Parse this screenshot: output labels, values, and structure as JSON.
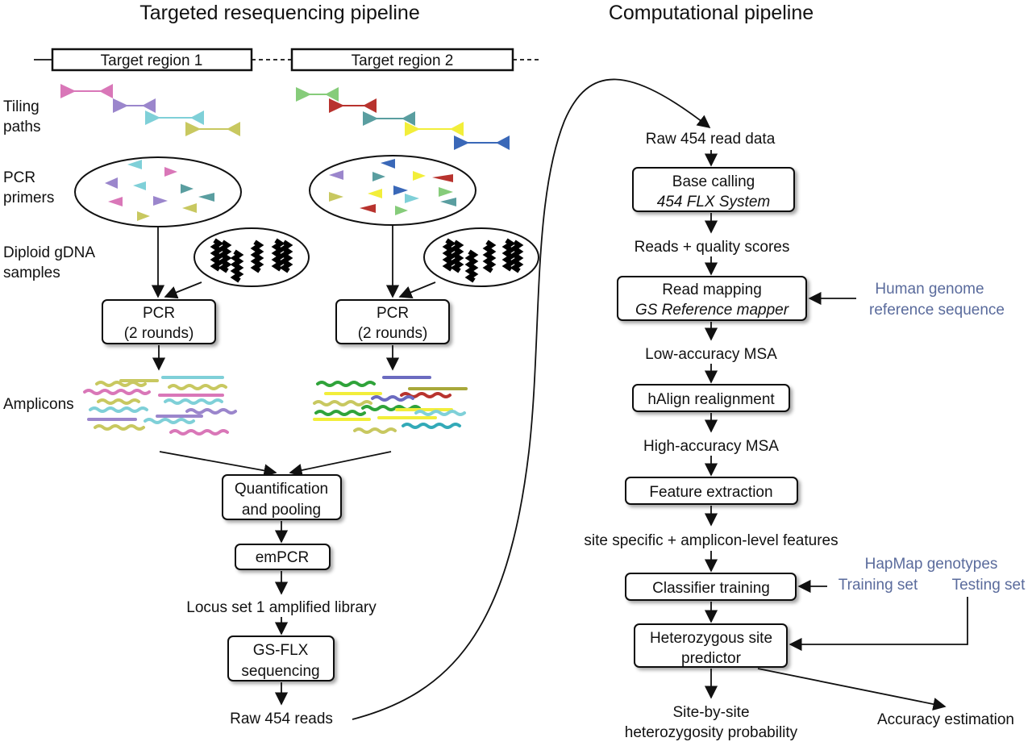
{
  "titles": {
    "left": "Targeted resequencing pipeline",
    "right": "Computational pipeline"
  },
  "targets": {
    "region1": "Target region 1",
    "region2": "Target region 2"
  },
  "side_labels": {
    "tiling_1": "Tiling",
    "tiling_2": "paths",
    "primers_1": "PCR",
    "primers_2": "primers",
    "gdna_1": "Diploid gDNA",
    "gdna_2": "samples",
    "amplicons": "Amplicons"
  },
  "left_steps": {
    "pcr1_line1": "PCR",
    "pcr1_line2": "(2 rounds)",
    "pcr2_line1": "PCR",
    "pcr2_line2": "(2 rounds)",
    "quant_line1": "Quantification",
    "quant_line2": "and pooling",
    "empcr": "emPCR",
    "library": "Locus set 1 amplified library",
    "gsflx_line1": "GS-FLX",
    "gsflx_line2": "sequencing",
    "raw_reads": "Raw 454 reads"
  },
  "right_steps": {
    "raw_data": "Raw 454 read data",
    "base_calling": "Base calling",
    "base_calling_sub": "454 FLX System",
    "reads_quality": "Reads + quality scores",
    "read_mapping": "Read mapping",
    "read_mapping_sub": "GS Reference mapper",
    "low_msa": "Low-accuracy MSA",
    "halign": "hAlign realignment",
    "high_msa": "High-accuracy MSA",
    "feature": "Feature extraction",
    "site_features": "site specific + amplicon-level features",
    "classifier": "Classifier training",
    "predictor_line1": "Heterozygous site",
    "predictor_line2": "predictor",
    "prob_line1": "Site-by-site",
    "prob_line2": "heterozygosity probability",
    "accuracy": "Accuracy estimation"
  },
  "inputs": {
    "genome_line1": "Human genome",
    "genome_line2": "reference sequence",
    "hapmap": "HapMap genotypes",
    "training": "Training set",
    "testing": "Testing set"
  },
  "colors": {
    "input_text": "#5a6b9c",
    "primer_pink": "#d977b8",
    "primer_purple": "#9b86cc",
    "primer_cyan": "#7fd0d8",
    "primer_olive": "#c8c860",
    "primer_green": "#86cc7a",
    "primer_red": "#b8332e",
    "primer_teal": "#5a9ea0",
    "primer_yellow": "#f2ee3a",
    "primer_blue": "#3a68b8"
  }
}
